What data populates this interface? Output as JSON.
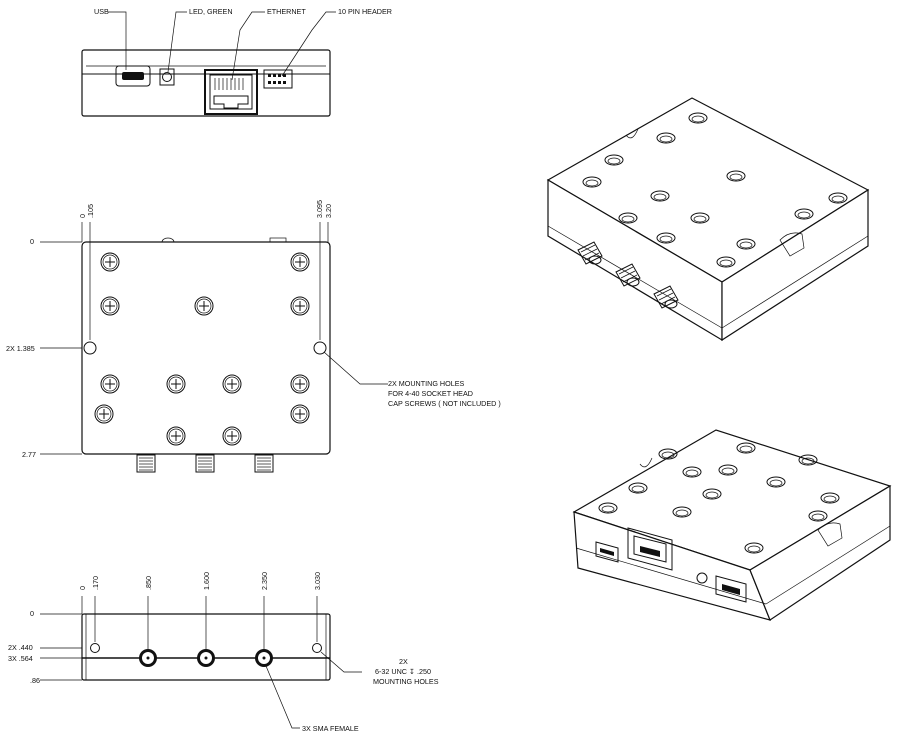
{
  "top_view": {
    "callouts": [
      "USB",
      "LED, GREEN",
      "ETHERNET",
      "10 PIN HEADER"
    ]
  },
  "plan_view": {
    "x_dims": [
      "0",
      ".105",
      "3.095",
      "3.20"
    ],
    "y_dims": [
      "0",
      "2X 1.385",
      "2.77"
    ],
    "mounting_note": [
      "2X MOUNTING HOLES",
      "FOR 4-40 SOCKET HEAD",
      "CAP SCREWS ( NOT INCLUDED )"
    ]
  },
  "side_view": {
    "x_dims": [
      "0",
      ".170",
      ".850",
      "1.600",
      "2.350",
      "3.030"
    ],
    "y_dims": [
      "0",
      "2X .440",
      "3X .564",
      ".86"
    ],
    "hole_note": [
      "2X",
      "6-32 UNC ↧ .250",
      "MOUNTING HOLES"
    ],
    "sma_label": "3X SMA FEMALE"
  }
}
